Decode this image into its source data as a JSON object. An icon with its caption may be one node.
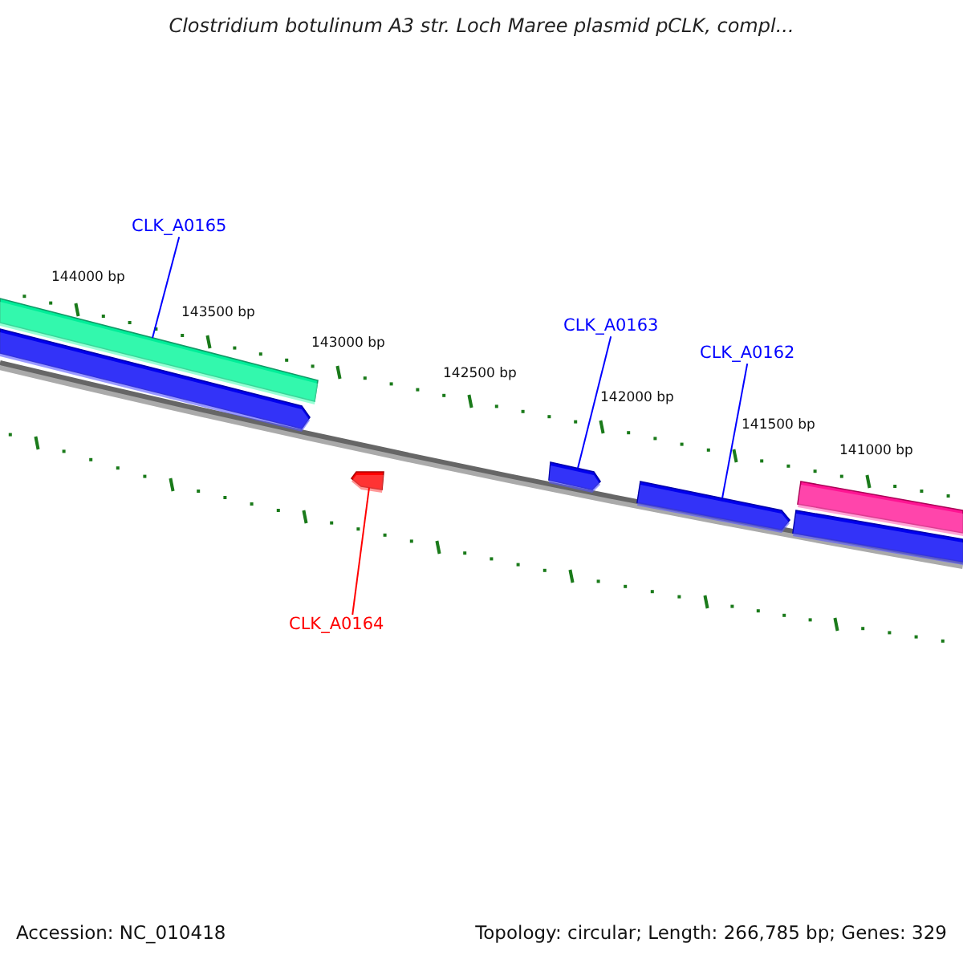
{
  "diagram": {
    "title": "Clostridium botulinum A3 str. Loch Maree plasmid pCLK, compl...",
    "nodes": [
      {
        "text": [
          "CLK_A0165"
        ]
      },
      {
        "text": [],
        "shape": "bar"
      },
      {
        "text": [],
        "shape": "arrow"
      },
      {
        "text": [
          "CLK_A0163"
        ]
      },
      {
        "text": [],
        "shape": "arrow"
      },
      {
        "text": [
          "CLK_A0162"
        ]
      },
      {
        "text": [],
        "shape": "arrow"
      },
      {
        "text": [],
        "shape": "bar"
      },
      {
        "text": [],
        "shape": "bar"
      },
      {
        "text": [],
        "shape": "arrow"
      },
      {
        "text": [
          "CLK_A0164"
        ]
      }
    ],
    "edges": [
      {
        "from": 0,
        "to": 1,
        "arrow": "none"
      },
      {
        "from": 3,
        "to": 4,
        "arrow": "none"
      },
      {
        "from": 5,
        "to": 6,
        "arrow": "none"
      },
      {
        "from": 10,
        "to": 9,
        "arrow": "none",
        "color": "#ff0000"
      }
    ],
    "labels": [
      "144000 bp",
      "143500 bp",
      "143000 bp",
      "142500 bp",
      "142000 bp",
      "141500 bp",
      "141000 bp",
      "Accession: NC_010418",
      "Topology: circular; Length: 266,785 bp; Genes: 329"
    ]
  }
}
